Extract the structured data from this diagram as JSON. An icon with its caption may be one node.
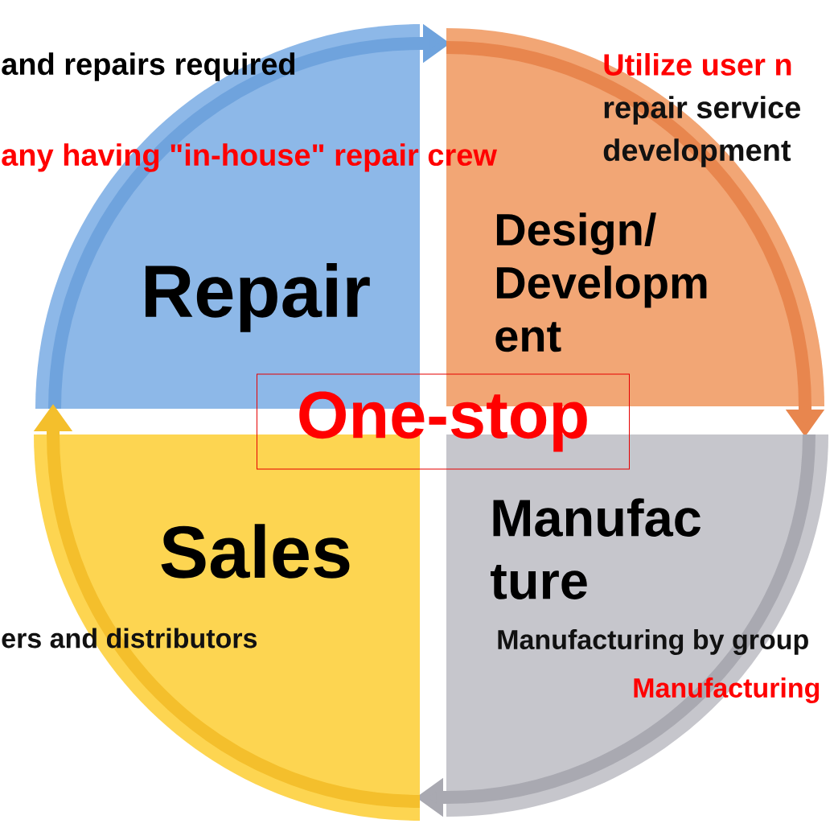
{
  "diagram": {
    "nodes": [
      {
        "text": [
          "Repair"
        ]
      },
      {
        "text": [
          "Design/ Developm ent"
        ]
      },
      {
        "text": [
          "One-stop"
        ]
      },
      {
        "text": [
          "Sales"
        ]
      },
      {
        "text": [
          "Manufac ture"
        ]
      }
    ],
    "edges": [
      {
        "from": 0,
        "to": 1,
        "arrow": "to",
        "color": "#6fa3dd"
      },
      {
        "from": 1,
        "to": 4,
        "arrow": "to",
        "color": "#e8864e"
      },
      {
        "from": 4,
        "to": 3,
        "arrow": "to",
        "color": "#a9a9b1"
      },
      {
        "from": 3,
        "to": 0,
        "arrow": "to",
        "color": "#f4bf2c"
      }
    ],
    "labels": [
      "and repairs required",
      "any having \"in-house\" repair crew",
      "Utilize user n",
      "repair service",
      "development",
      "ers and distributors",
      "Manufacturing by group",
      "Manufacturing"
    ]
  }
}
